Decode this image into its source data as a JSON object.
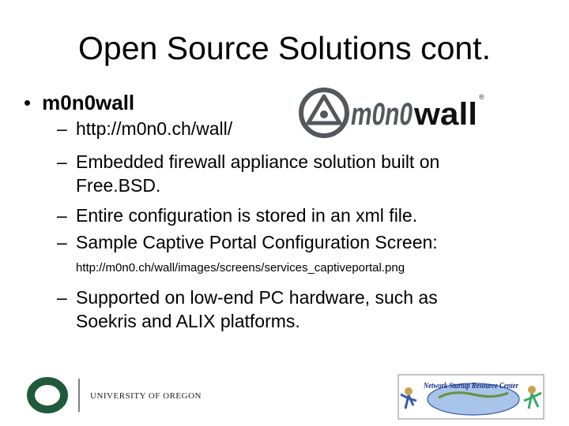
{
  "slide": {
    "title": "Open Source Solutions cont.",
    "bullet": {
      "symbol": "•",
      "text": "m0n0wall"
    },
    "sub_items": [
      {
        "dash": "–",
        "line1": "http://m0n0.ch/wall/"
      },
      {
        "dash": "–",
        "line1": "Embedded firewall appliance solution built on",
        "line2": "Free.BSD."
      },
      {
        "dash": "–",
        "line1": "Entire configuration is stored in an xml file."
      },
      {
        "dash": "–",
        "line1": "Sample Captive Portal Configuration Screen:"
      },
      {
        "dash": "–",
        "line1": "Supported on low-end PC hardware, such as",
        "line2": "Soekris and ALIX platforms."
      }
    ],
    "captive_portal_url": "http://m0n0.ch/wall/images/screens/services_captiveportal.png"
  },
  "logos": {
    "m0n0wall": {
      "word_a": "m0n0",
      "word_b": "wall",
      "mark": "®"
    },
    "university": {
      "letter": "O",
      "text": "UNIVERSITY OF OREGON"
    },
    "nsrc": {
      "text": "Network Startup Resource Center"
    }
  },
  "colors": {
    "uo_green": "#1f5b3a",
    "m0n0_grey": "#54575c",
    "nsrc_blue": "#3a5aa8"
  }
}
